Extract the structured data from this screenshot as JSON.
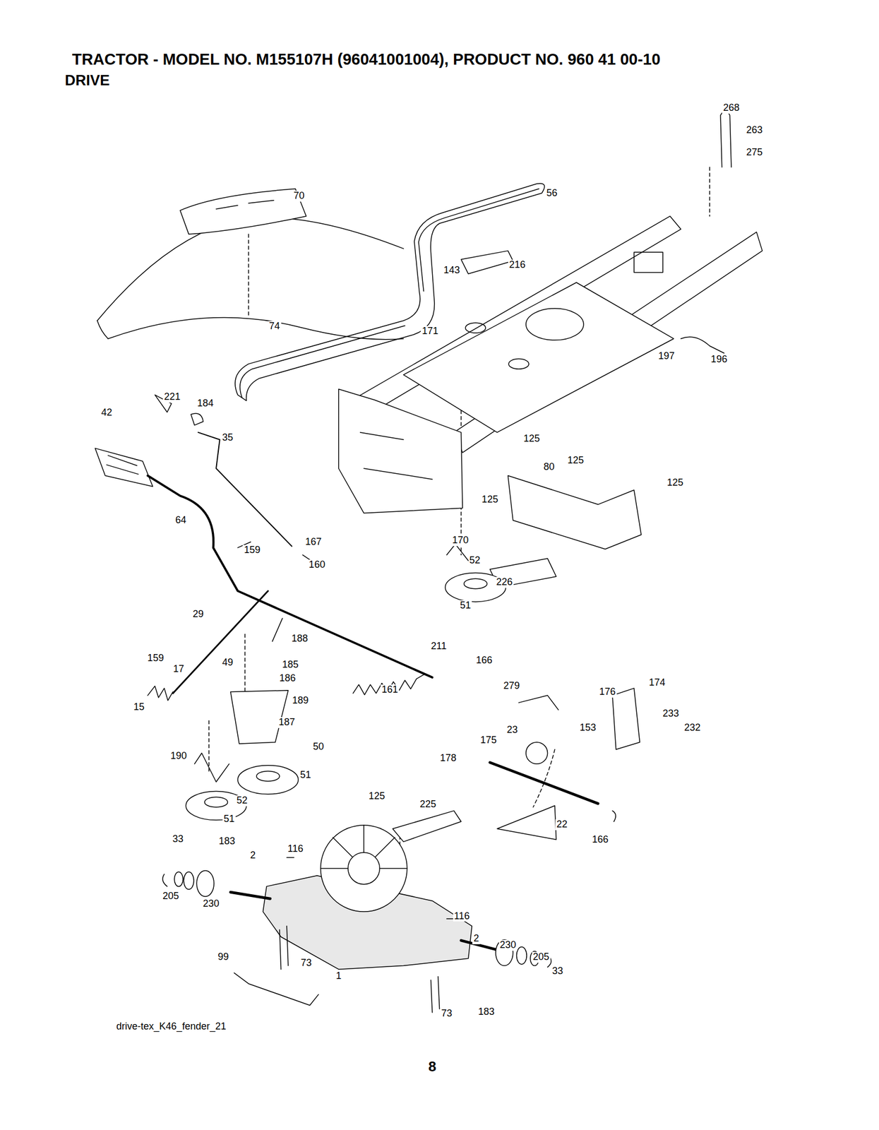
{
  "diagram": {
    "title": "TRACTOR - MODEL NO. M155107H (96041001004), PRODUCT NO. 960 41 00-10",
    "caption": "drive-tex_K46_fender_21",
    "labels": [
      "DRIVE",
      "268",
      "263",
      "275",
      "70",
      "56",
      "143",
      "216",
      "74",
      "171",
      "197",
      "196",
      "221",
      "184",
      "42",
      "35",
      "125",
      "80",
      "125",
      "125",
      "125",
      "64",
      "167",
      "170",
      "159",
      "160",
      "52",
      "226",
      "51",
      "29",
      "188",
      "211",
      "166",
      "159",
      "49",
      "185",
      "17",
      "186",
      "174",
      "279",
      "161",
      "176",
      "189",
      "15",
      "233",
      "187",
      "153",
      "232",
      "23",
      "175",
      "50",
      "190",
      "178",
      "51",
      "125",
      "52",
      "225",
      "51",
      "22",
      "33",
      "166",
      "183",
      "116",
      "2",
      "205",
      "230",
      "116",
      "2",
      "230",
      "205",
      "99",
      "73",
      "33",
      "1",
      "183",
      "73",
      "8"
    ]
  }
}
